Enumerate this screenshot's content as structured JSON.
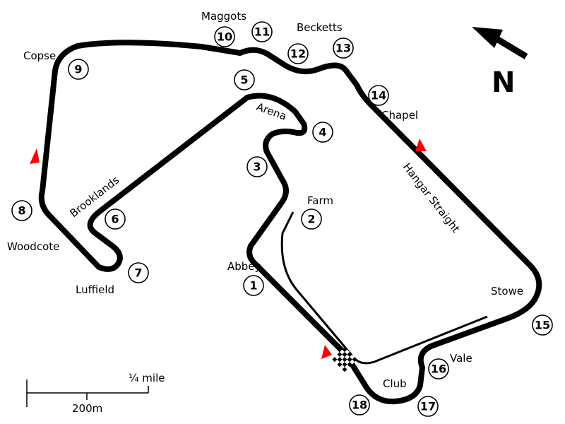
{
  "map": {
    "corners": [
      {
        "num": "1",
        "name": "Abbey"
      },
      {
        "num": "2",
        "name": "Farm"
      },
      {
        "num": "3",
        "name": ""
      },
      {
        "num": "4",
        "name": ""
      },
      {
        "num": "5",
        "name": "Arena"
      },
      {
        "num": "6",
        "name": "Brooklands"
      },
      {
        "num": "7",
        "name": "Luffield"
      },
      {
        "num": "8",
        "name": "Woodcote"
      },
      {
        "num": "9",
        "name": "Copse"
      },
      {
        "num": "10",
        "name": "Maggots"
      },
      {
        "num": "11",
        "name": ""
      },
      {
        "num": "12",
        "name": ""
      },
      {
        "num": "13",
        "name": "Becketts"
      },
      {
        "num": "14",
        "name": "Chapel"
      },
      {
        "num": "15",
        "name": "Stowe"
      },
      {
        "num": "16",
        "name": "Vale"
      },
      {
        "num": "17",
        "name": ""
      },
      {
        "num": "18",
        "name": "Club"
      }
    ],
    "straight_label": "Hangar Straight",
    "north_label": "N",
    "scale": {
      "metric_label": "200m",
      "imperial_label": "¼ mile"
    },
    "colors": {
      "track": "#000000",
      "sector_marker": "#ff0000",
      "background": "#ffffff"
    },
    "icons": [
      "north-arrow-icon",
      "checkered-flag-icon",
      "sector-marker-icon"
    ]
  }
}
